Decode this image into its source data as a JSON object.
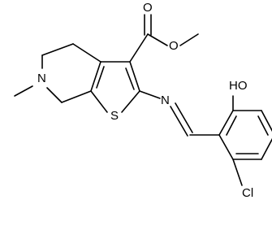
{
  "atoms": {
    "carbonyl_o": "O",
    "ester_o": "O",
    "ring_n": "N",
    "thiophene_s": "S",
    "imine_n": "N",
    "hydroxyl": "HO",
    "chloro": "Cl"
  },
  "colors": {
    "bond": "#000000",
    "text": "#000000",
    "background": "#ffffff"
  }
}
